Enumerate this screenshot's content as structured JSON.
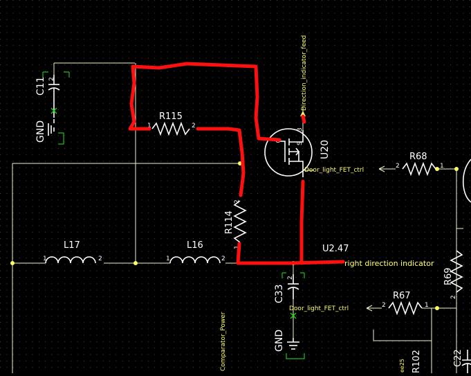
{
  "colors": {
    "background": "#000000",
    "wire": "#f2f2c8",
    "highlight": "#ff1010",
    "net_label": "#ffff66",
    "component": "#ffffff",
    "bracket": "#22bb22"
  },
  "components": {
    "c11": "C11",
    "r115": "R115",
    "u20": "U20",
    "r114": "R114",
    "l17": "L17",
    "l16": "L16",
    "c33": "C33",
    "r68": "R68",
    "r67": "R67",
    "r69": "R69",
    "r102": "R102",
    "c22": "C22"
  },
  "gnd": {
    "top": "GND",
    "bottom": "GND"
  },
  "nets": {
    "direction_feed": "Direction_indicator_feed",
    "door_ctrl_1": "Door_light_FET_ctrl",
    "door_ctrl_2": "Door_light_FET_ctrl",
    "comparator": "Comparator_Power",
    "u2_ref": "U2.47",
    "right_indicator": "right direction indicator",
    "partial_lower": "ee25"
  },
  "pins": {
    "c11_2": "2",
    "r115_1": "1",
    "r115_2": "2",
    "u20_g": "G",
    "u20_s": "S",
    "u20_3": "3",
    "r114_2": "2",
    "r114_1": "1",
    "l17_1": "1",
    "l17_2": "2",
    "l16_1": "1",
    "l16_2": "2",
    "c33_2": "2",
    "r68_2": "2",
    "r68_1": "1",
    "r67_2": "2",
    "r67_1": "1",
    "r69_2": "2"
  }
}
